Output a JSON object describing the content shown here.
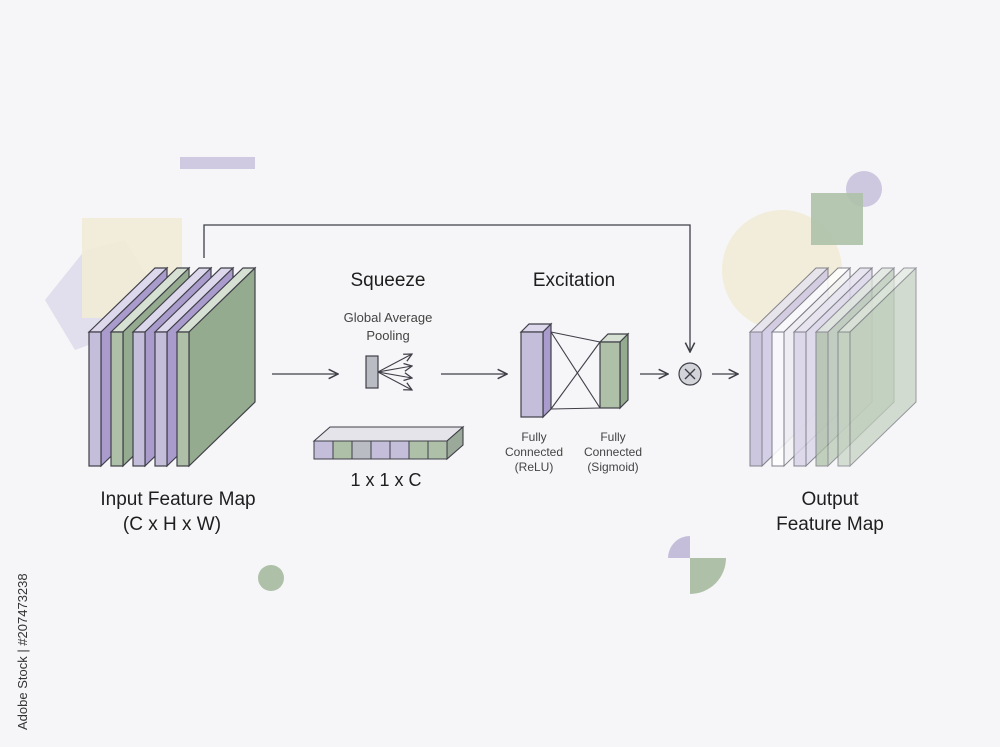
{
  "input": {
    "title": "Input Feature Map",
    "dims": "(C x H x W)"
  },
  "squeeze": {
    "title": "Squeeze",
    "pool_line1": "Global Average",
    "pool_line2": "Pooling",
    "vector_label": "1 x 1 x C"
  },
  "excitation": {
    "title": "Excitation",
    "fc1": {
      "line1": "Fully",
      "line2": "Connected",
      "line3": "(ReLU)"
    },
    "fc2": {
      "line1": "Fully",
      "line2": "Connected",
      "line3": "(Sigmoid)"
    }
  },
  "output": {
    "line1": "Output",
    "line2": "Feature Map"
  },
  "watermark": "Adobe Stock | #207473238",
  "colors": {
    "purple": "#c5bedb",
    "green": "#aec1a8",
    "gray": "#b9bcc3",
    "cream": "#f2ecd6",
    "outline": "#3f3f48",
    "background": "#f6f6f8"
  }
}
